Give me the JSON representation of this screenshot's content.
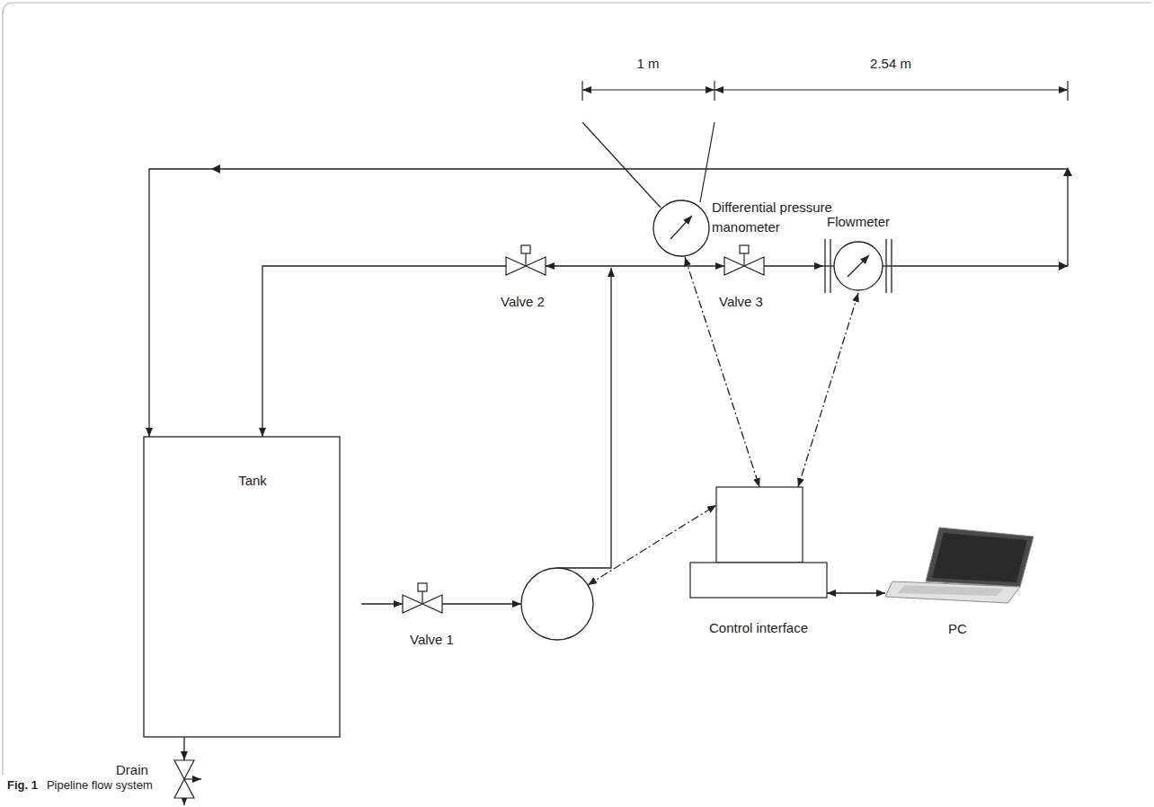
{
  "diagram": {
    "caption": "Pipeline flow system",
    "nodes": [
      {
        "text": [
          "Differential pressure manometer"
        ]
      },
      {
        "text": [
          "Flowmeter"
        ]
      },
      {
        "text": [
          "Valve 2"
        ]
      },
      {
        "text": [
          "Valve 3"
        ]
      },
      {
        "text": [
          "Tank"
        ]
      },
      {
        "text": [
          "Control interface"
        ]
      },
      {
        "text": [
          "PC"
        ]
      },
      {
        "text": [
          "Valve 1"
        ]
      },
      {
        "text": [
          "Drain"
        ]
      }
    ],
    "edges": [
      {
        "from": 2,
        "to": 4,
        "arrow": "to"
      },
      {
        "from": 3,
        "to": 1,
        "arrow": "to"
      },
      {
        "from": 1,
        "to": 4,
        "arrow": "to"
      },
      {
        "from": 0,
        "to": 5,
        "arrow": "both"
      },
      {
        "from": 1,
        "to": 5,
        "arrow": "both"
      },
      {
        "from": 5,
        "to": 6,
        "arrow": "both"
      },
      {
        "from": 4,
        "to": 7,
        "arrow": "to"
      },
      {
        "from": 4,
        "to": 8,
        "arrow": "to"
      }
    ],
    "labels": [
      "1 m",
      "2.54 m",
      "Fig. 1"
    ]
  }
}
